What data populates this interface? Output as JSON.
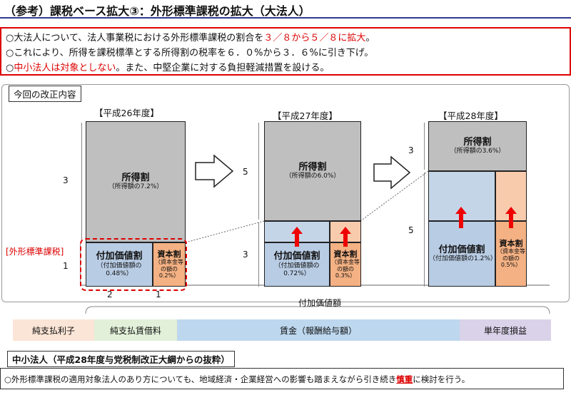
{
  "header": {
    "title": "（参考）課税ベース拡大③：外形標準課税の拡大（大法人）"
  },
  "summary": {
    "line1_a": "○大法人について、法人事業税における外形標準課税の割合を",
    "line1_b": "３／８から５／８に拡大",
    "line1_c": "。",
    "line2": "○これにより、所得を課税標準とする所得割の税率を６．０%から３．６%に引き下げ。",
    "line3_a": "○",
    "line3_b": "中小法人は対象としない",
    "line3_c": "。また、中堅企業に対する負担軽減措置を設ける。"
  },
  "diagram": {
    "section_label": "今回の改正内容",
    "gaikei_label": "[外形標準課税]",
    "tax_base_label": "付加価値額",
    "years": [
      {
        "title": "【平成26年度】",
        "shotoku_ratio": "3",
        "gaikei_ratio": "1",
        "shotoku_title": "所得割",
        "shotoku_sub": "（所得額の7.2%）",
        "fuka_title": "付加価値割",
        "fuka_sub": "（付加価値額の0.48%）",
        "shihon_title": "資本割",
        "shihon_sub": "（資本金等の額の0.2%）",
        "ratio_fuka": "2",
        "ratio_shihon": "1"
      },
      {
        "title": "【平成27年度】",
        "shotoku_ratio": "5",
        "gaikei_ratio": "3",
        "shotoku_title": "所得割",
        "shotoku_sub": "（所得額の6.0%）",
        "fuka_title": "付加価値割",
        "fuka_sub": "（付加価値額の0.72%）",
        "shihon_title": "資本割",
        "shihon_sub": "（資本金等の額の0.3%）"
      },
      {
        "title": "【平成28年度】",
        "shotoku_ratio": "3",
        "gaikei_ratio": "5",
        "shotoku_title": "所得割",
        "shotoku_sub": "（所得額の3.6%）",
        "fuka_title": "付加価値割",
        "fuka_sub": "（付加価値額の1.2%）",
        "shihon_title": "資本割",
        "shihon_sub": "（資本金等の額の0.5%）"
      }
    ]
  },
  "value_added_components": [
    {
      "label": "純支払利子",
      "color": "#fbe5d6"
    },
    {
      "label": "純支払賃借料",
      "color": "#e2f0d9"
    },
    {
      "label": "賃金（報酬給与額）",
      "color": "#bdd7ee"
    },
    {
      "label": "単年度損益",
      "color": "#d9d2e9"
    }
  ],
  "sme": {
    "title": "中小法人（平成28年度与党税制改正大綱からの抜粋）",
    "text_a": "○外形標準課税の適用対象法人のあり方についても、地域経済・企業経営への影響も踏まえながら引き続き",
    "text_b": "慎重",
    "text_c": "に検討を行う。"
  }
}
